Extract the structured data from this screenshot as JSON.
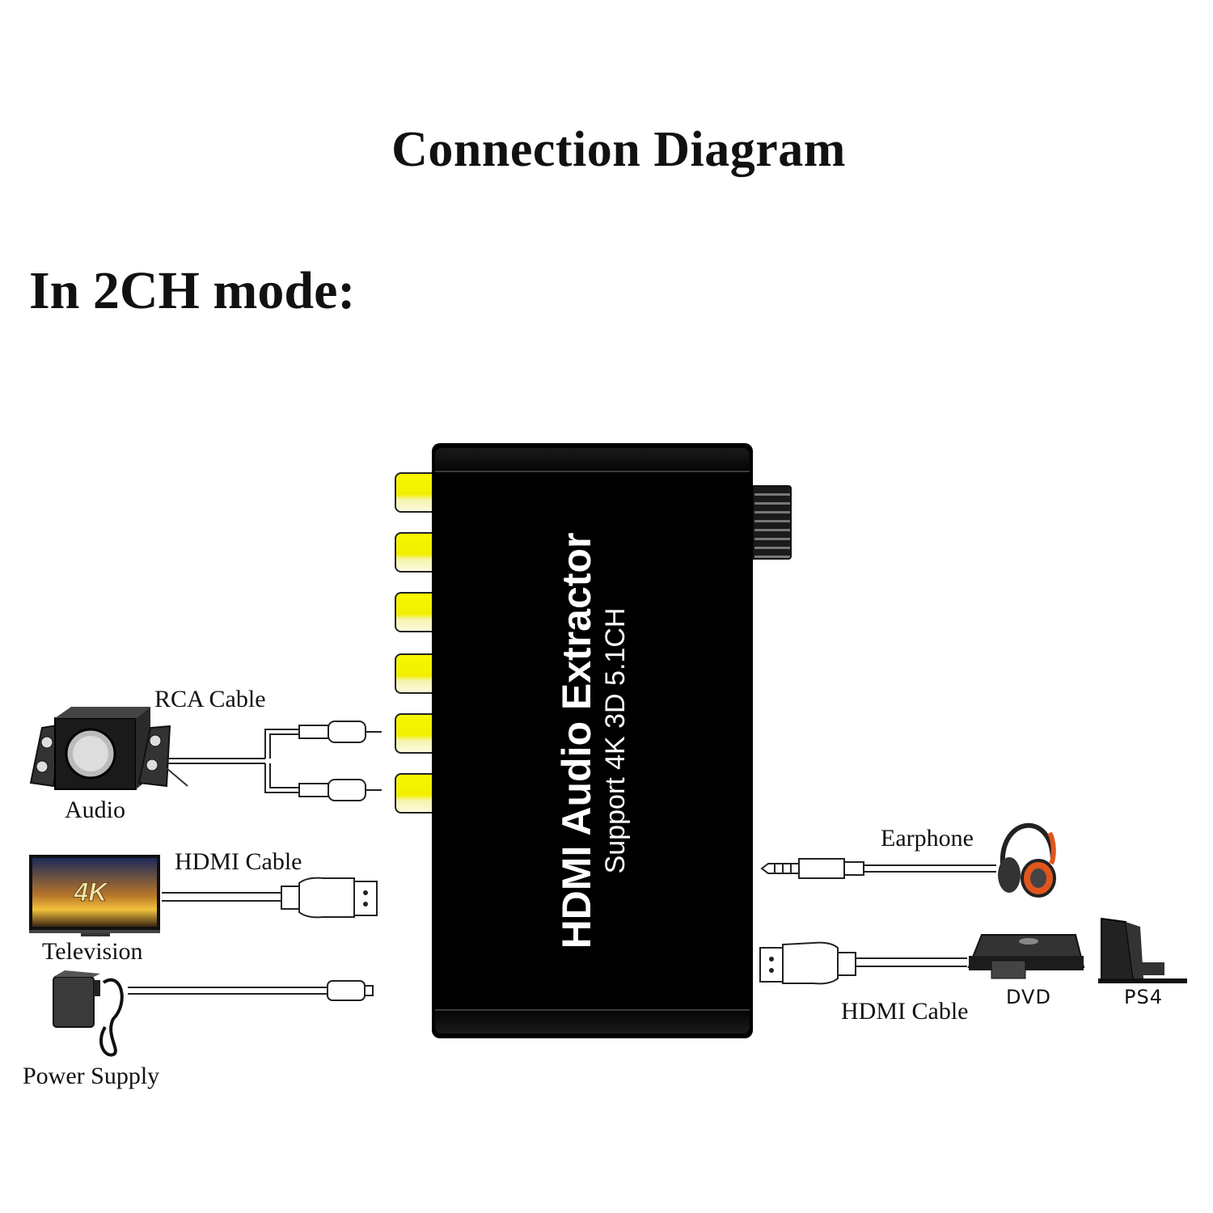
{
  "header": {
    "title": "Connection Diagram",
    "mode": "In 2CH mode:"
  },
  "device": {
    "name": "HDMI Audio Extractor",
    "subtitle": "Support 4K 3D 5.1CH",
    "rca_port_count": 6,
    "rca_port_color": "#f2ef00"
  },
  "left_connections": [
    {
      "device_label": "Audio",
      "cable_label": "RCA Cable",
      "icon": "speaker-icon"
    },
    {
      "device_label": "Television",
      "cable_label": "HDMI Cable",
      "icon": "television-icon",
      "screen_text": "4K"
    },
    {
      "device_label": "Power Supply",
      "cable_label": "",
      "icon": "power-adapter-icon"
    }
  ],
  "right_connections": [
    {
      "device_label": "Earphone",
      "cable_label": "",
      "icon": "headphones-icon"
    },
    {
      "device_label": "DVD",
      "cable_label": "HDMI Cable",
      "icon": "dvd-player-icon"
    },
    {
      "device_label": "PS4",
      "cable_label": "",
      "icon": "ps4-console-icon"
    }
  ]
}
